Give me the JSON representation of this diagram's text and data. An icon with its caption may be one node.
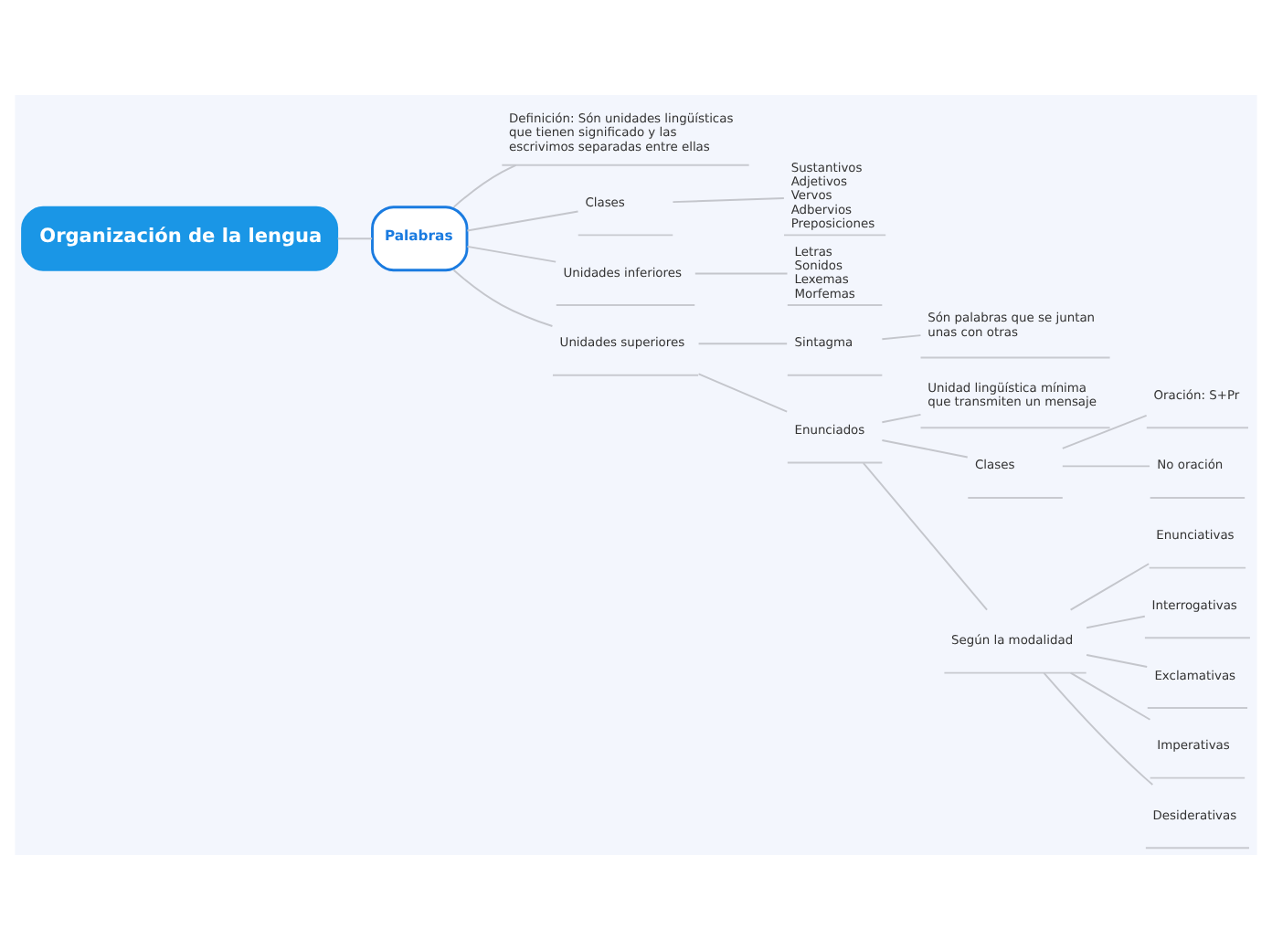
{
  "diagram": {
    "nodes": [
      {
        "text": [
          "Organización de la lengua"
        ]
      },
      {
        "text": [
          "Palabras"
        ]
      },
      {
        "text": [
          "Definición: Són unidades lingüísticas que tienen significado y las escrivimos separadas entre ellas"
        ]
      },
      {
        "text": [
          "Clases"
        ]
      },
      {
        "text": [
          "Sustantivos Adjetivos Vervos Adbervios Preposiciones"
        ]
      },
      {
        "text": [
          "Unidades inferiores"
        ]
      },
      {
        "text": [
          "Letras Sonidos Lexemas Morfemas"
        ]
      },
      {
        "text": [
          "Unidades superiores"
        ]
      },
      {
        "text": [
          "Sintagma"
        ]
      },
      {
        "text": [
          "Són palabras que se juntan unas con otras"
        ]
      },
      {
        "text": [
          "Enunciados"
        ]
      },
      {
        "text": [
          "Unidad lingüística mínima que transmiten un mensaje"
        ]
      },
      {
        "text": [
          "Clases"
        ]
      },
      {
        "text": [
          "Oración: S+Pr"
        ]
      },
      {
        "text": [
          "No oración"
        ]
      },
      {
        "text": [
          "Según la modalidad"
        ]
      },
      {
        "text": [
          "Enunciativas"
        ]
      },
      {
        "text": [
          "Interrogativas"
        ]
      },
      {
        "text": [
          "Exclamativas"
        ]
      },
      {
        "text": [
          "Imperativas"
        ]
      },
      {
        "text": [
          "Desiderativas"
        ]
      }
    ],
    "edges": [
      {
        "from": 0,
        "to": 1,
        "arrow": "none"
      },
      {
        "from": 1,
        "to": 2,
        "arrow": "none"
      },
      {
        "from": 1,
        "to": 3,
        "arrow": "none"
      },
      {
        "from": 3,
        "to": 4,
        "arrow": "none"
      },
      {
        "from": 1,
        "to": 5,
        "arrow": "none"
      },
      {
        "from": 5,
        "to": 6,
        "arrow": "none"
      },
      {
        "from": 1,
        "to": 7,
        "arrow": "none"
      },
      {
        "from": 7,
        "to": 8,
        "arrow": "none"
      },
      {
        "from": 8,
        "to": 9,
        "arrow": "none"
      },
      {
        "from": 7,
        "to": 10,
        "arrow": "none"
      },
      {
        "from": 10,
        "to": 11,
        "arrow": "none"
      },
      {
        "from": 10,
        "to": 12,
        "arrow": "none"
      },
      {
        "from": 12,
        "to": 13,
        "arrow": "none"
      },
      {
        "from": 12,
        "to": 14,
        "arrow": "none"
      },
      {
        "from": 10,
        "to": 15,
        "arrow": "none"
      },
      {
        "from": 15,
        "to": 16,
        "arrow": "none"
      },
      {
        "from": 15,
        "to": 17,
        "arrow": "none"
      },
      {
        "from": 15,
        "to": 18,
        "arrow": "none"
      },
      {
        "from": 15,
        "to": 19,
        "arrow": "none"
      },
      {
        "from": 15,
        "to": 20,
        "arrow": "none"
      }
    ]
  }
}
